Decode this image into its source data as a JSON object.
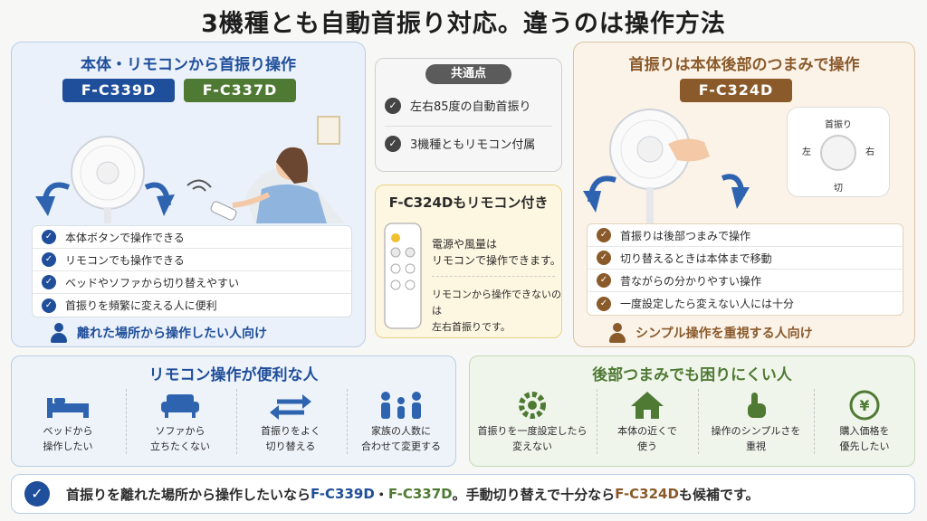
{
  "title": "3機種とも自動首振り対応。違うのは操作方法",
  "left": {
    "heading": "本体・リモコンから首振り操作",
    "model_a": "F-C339D",
    "model_b": "F-C337D",
    "features": [
      "本体ボタンで操作できる",
      "リモコンでも操作できる",
      "ベッドやソファから切り替えやすい",
      "首振りを頻繁に変える人に便利"
    ],
    "target": "離れた場所から操作したい人向け"
  },
  "common": {
    "heading": "共通点",
    "items": [
      "左右85度の自動首振り",
      "3機種ともリモコン付属"
    ]
  },
  "remote": {
    "heading": "F-C324Dもリモコン付き",
    "text1_line1": "電源や風量は",
    "text1_line2": "リモコンで操作できます。",
    "text2_line1": "リモコンから操作できないのは",
    "text2_line2": "左右首振りです。"
  },
  "right": {
    "heading": "首振りは本体後部のつまみで操作",
    "model": "F-C324D",
    "knob": {
      "top": "首振り",
      "left": "左",
      "right": "右",
      "bottom": "切"
    },
    "features": [
      "首振りは後部つまみで操作",
      "切り替えるときは本体まで移動",
      "昔ながらの分かりやすい操作",
      "一度設定したら変えない人には十分"
    ],
    "target": "シンプル操作を重視する人向け"
  },
  "bottom_left": {
    "heading": "リモコン操作が便利な人",
    "items": [
      {
        "icon": "bed-icon",
        "l1": "ベッドから",
        "l2": "操作したい"
      },
      {
        "icon": "sofa-icon",
        "l1": "ソファから",
        "l2": "立ちたくない"
      },
      {
        "icon": "swap-arrows-icon",
        "l1": "首振りをよく",
        "l2": "切り替える"
      },
      {
        "icon": "family-icon",
        "l1": "家族の人数に",
        "l2": "合わせて変更する"
      }
    ]
  },
  "bottom_right": {
    "heading": "後部つまみでも困りにくい人",
    "items": [
      {
        "icon": "gear-icon",
        "l1": "首振りを一度設定したら",
        "l2": "変えない"
      },
      {
        "icon": "home-icon",
        "l1": "本体の近くで",
        "l2": "使う"
      },
      {
        "icon": "hand-tap-icon",
        "l1": "操作のシンプルさを",
        "l2": "重視"
      },
      {
        "icon": "yen-icon",
        "l1": "購入価格を",
        "l2": "優先したい"
      }
    ]
  },
  "summary": {
    "part1": "首振りを離れた場所から操作したいなら ",
    "model_a": "F-C339D",
    "dot": "・",
    "model_b": "F-C337D",
    "part2": "。手動切り替えで十分なら ",
    "model_c": "F-C324D",
    "part3": " も候補です。"
  },
  "colors": {
    "blue": "#1f4e9a",
    "green": "#4f7a34",
    "brown": "#8a5a2b",
    "gold": "#d7a62a"
  }
}
